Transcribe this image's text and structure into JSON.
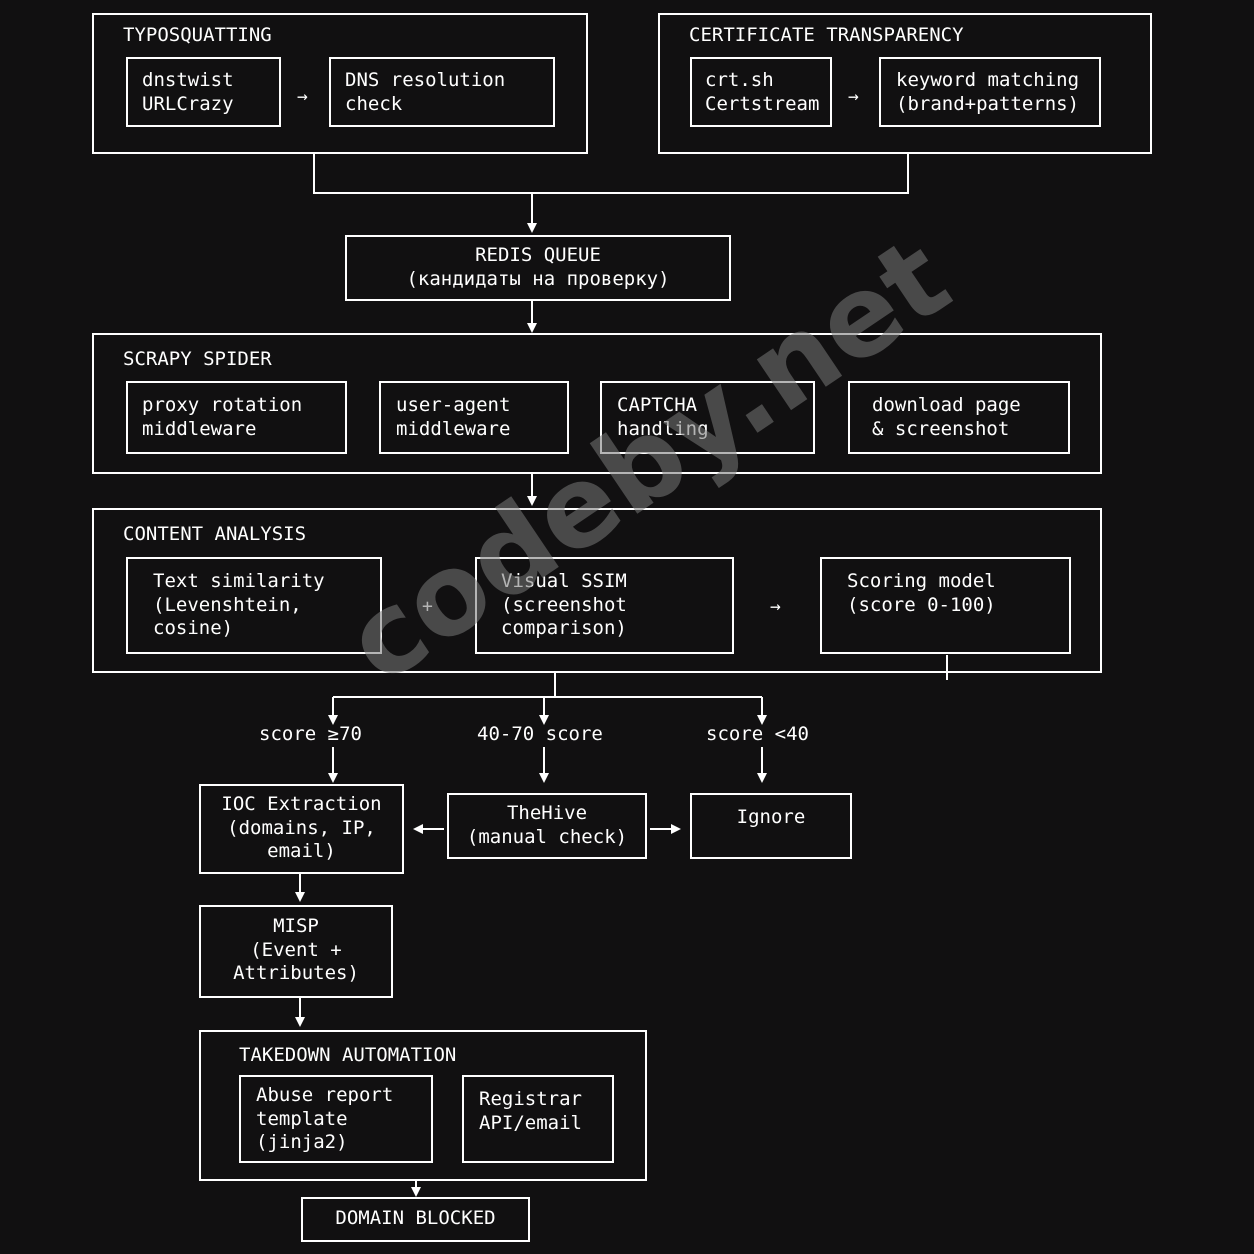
{
  "typosquatting": {
    "title": "TYPOSQUATTING",
    "tools": "dnstwist\nURLCrazy",
    "dns_check": "DNS resolution\ncheck"
  },
  "cert_transparency": {
    "title": "CERTIFICATE TRANSPARENCY",
    "sources": "crt.sh\nCertstream",
    "matching": "keyword matching\n(brand+patterns)"
  },
  "redis_queue": {
    "label": "REDIS QUEUE\n(кандидаты на проверку)"
  },
  "scrapy_spider": {
    "title": "SCRAPY SPIDER",
    "proxy": "proxy rotation\nmiddleware",
    "user_agent": "user-agent\nmiddleware",
    "captcha": "CAPTCHA\nhandling",
    "download": "download page\n& screenshot"
  },
  "content_analysis": {
    "title": "CONTENT ANALYSIS",
    "text_similarity": "Text similarity\n(Levenshtein,\ncosine)",
    "plus": "+",
    "visual_ssim": "Visual SSIM\n(screenshot\ncomparison)",
    "arrow": "→",
    "scoring": "Scoring model\n(score 0-100)"
  },
  "branches": {
    "high": "score ≥70",
    "mid": "40-70 score",
    "low": "score <40"
  },
  "ioc_extraction": {
    "label": "IOC Extraction\n(domains, IP,\nemail)"
  },
  "thehive": {
    "label": "TheHive\n(manual check)"
  },
  "ignore": {
    "label": "Ignore"
  },
  "misp": {
    "label": "MISP\n(Event +\nAttributes)"
  },
  "takedown": {
    "title": "TAKEDOWN AUTOMATION",
    "abuse_report": "Abuse report\ntemplate\n(jinja2)",
    "registrar": "Registrar\nAPI/email"
  },
  "domain_blocked": {
    "label": "DOMAIN BLOCKED"
  },
  "arrow_right": "→",
  "watermark": "codeby.net",
  "colors": {
    "background": "#111011",
    "stroke": "#ffffff"
  }
}
